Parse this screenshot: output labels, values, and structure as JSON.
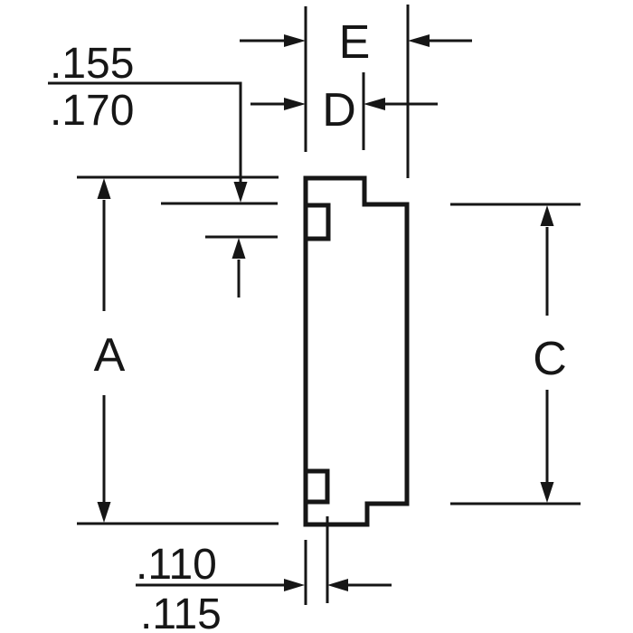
{
  "figure": {
    "background_color": "#ffffff",
    "ink_color": "#161616",
    "labels": {
      "a": "A",
      "c": "C",
      "d": "D",
      "e": "E"
    },
    "callouts": {
      "upper_notch": {
        "min": ".155",
        "max": ".170"
      },
      "lower_tab": {
        "min": ".110",
        "max": ".115"
      }
    }
  }
}
